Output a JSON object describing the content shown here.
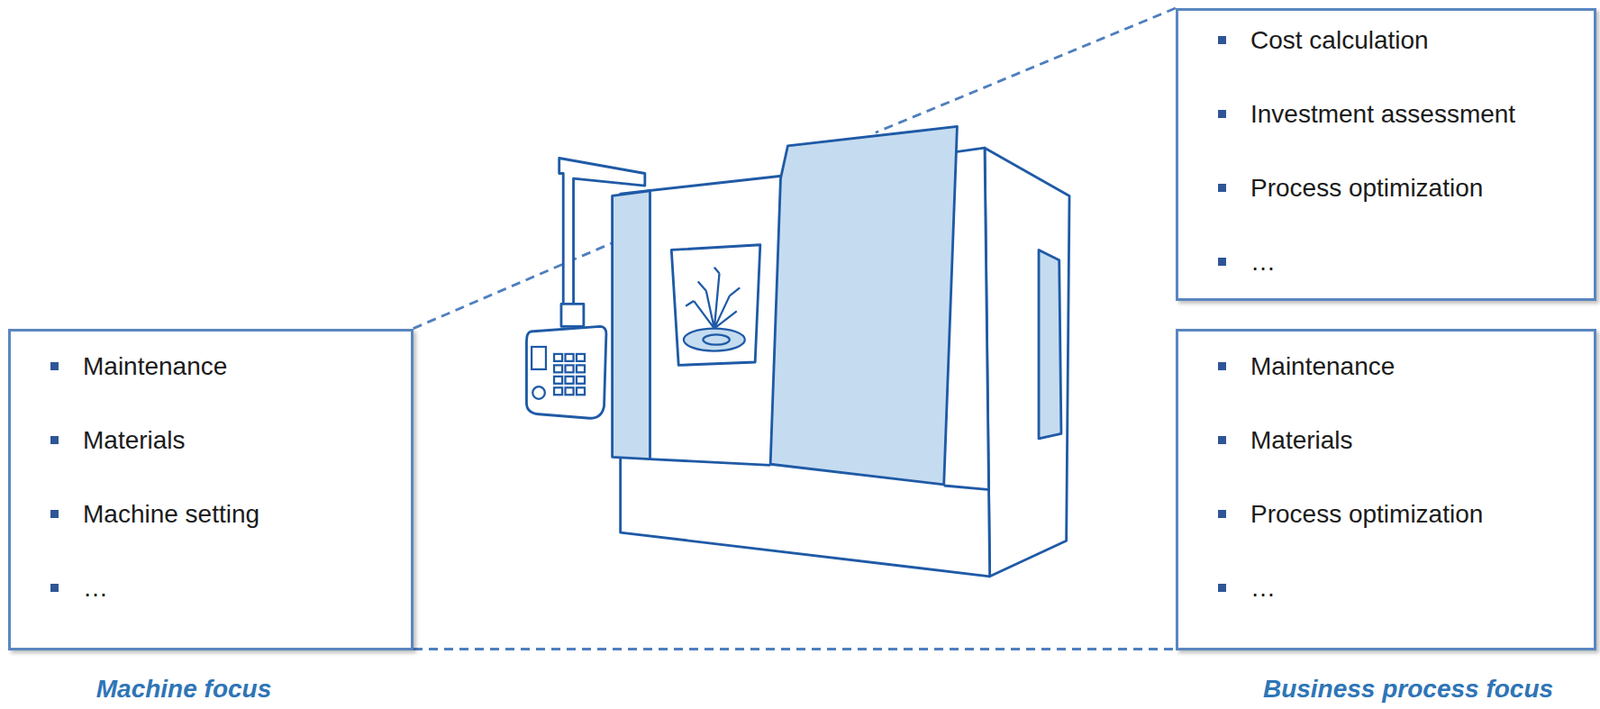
{
  "diagram": {
    "nodes": [
      {
        "text": [
          "Maintenance",
          "Materials",
          "Machine setting",
          "…"
        ]
      },
      {
        "text": [
          "Cost calculation",
          "Investment assessment",
          "Process optimization",
          "…"
        ]
      },
      {
        "text": [
          "Maintenance",
          "Materials",
          "Process optimization",
          "…"
        ]
      }
    ],
    "edges": [
      {
        "from": 0,
        "to": 2,
        "arrow": "none"
      }
    ],
    "labels": [
      "Machine focus",
      "Business process focus"
    ]
  }
}
